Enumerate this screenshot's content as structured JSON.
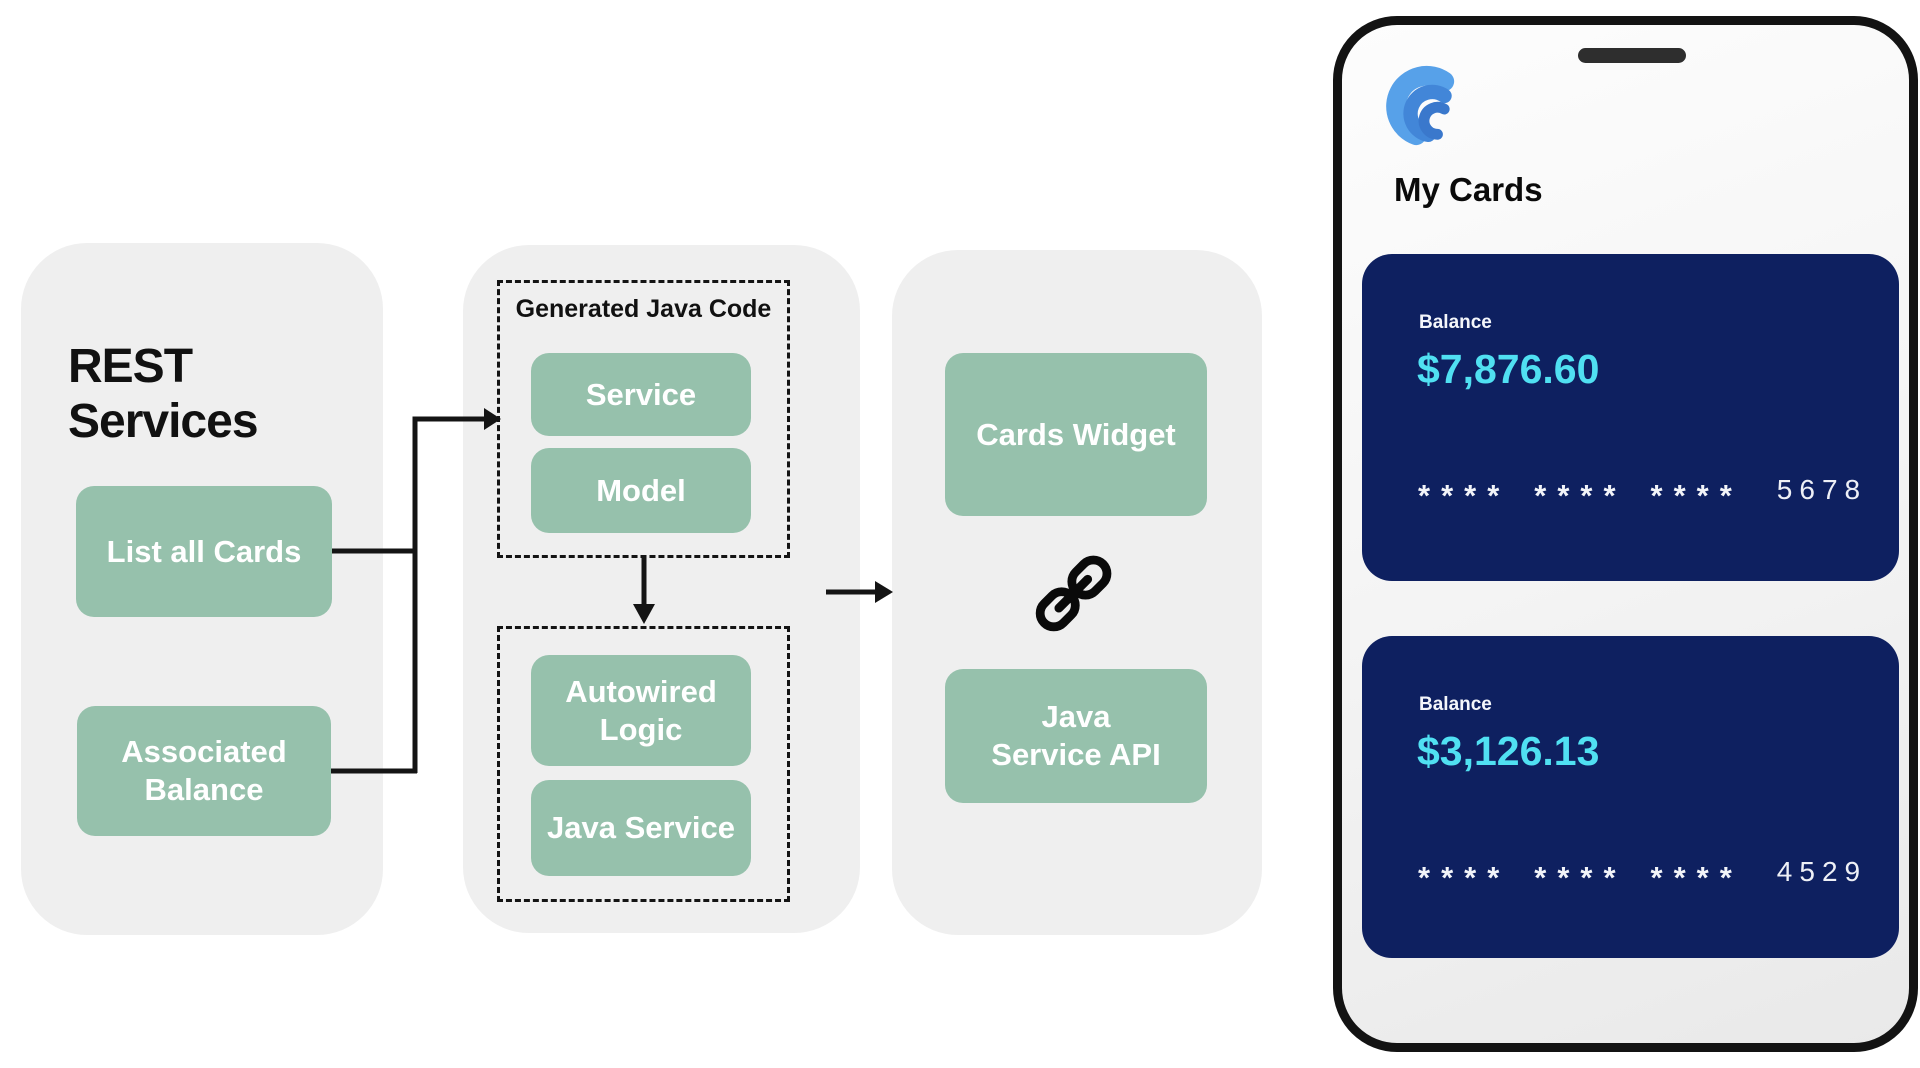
{
  "colors": {
    "panel_bg": "#efefef",
    "node_green": "#96c1ac",
    "node_text": "#ffffff",
    "card_navy": "#0e2060",
    "amount_cyan": "#50e0f2",
    "line_black": "#141414",
    "phone_border": "#131313",
    "notch_dark": "#2e2e2e",
    "logo_blue_outer": "#57a1e9",
    "logo_blue_mid": "#4286d8",
    "logo_blue_inner": "#3a78cc"
  },
  "diagram": {
    "rest_panel": {
      "title": "REST Services",
      "nodes": [
        {
          "label": "List all Cards"
        },
        {
          "label": "Associated Balance"
        }
      ]
    },
    "codegen_panel": {
      "generated_group_title": "Generated Java Code",
      "generated_nodes": [
        {
          "label": "Service"
        },
        {
          "label": "Model"
        }
      ],
      "runtime_nodes": [
        {
          "label": "Autowired Logic"
        },
        {
          "label": "Java Service"
        }
      ]
    },
    "widget_panel": {
      "top_node": "Cards Widget",
      "icon": "chain-link-icon",
      "bottom_node": "Java Service API"
    }
  },
  "phone": {
    "logo": "wave-logo",
    "app_title": "My Cards",
    "cards": [
      {
        "label": "Balance",
        "amount": "$7,876.60",
        "masked": [
          "****",
          "****",
          "****"
        ],
        "last4": "5678"
      },
      {
        "label": "Balance",
        "amount": "$3,126.13",
        "masked": [
          "****",
          "****",
          "****"
        ],
        "last4": "4529"
      }
    ]
  }
}
